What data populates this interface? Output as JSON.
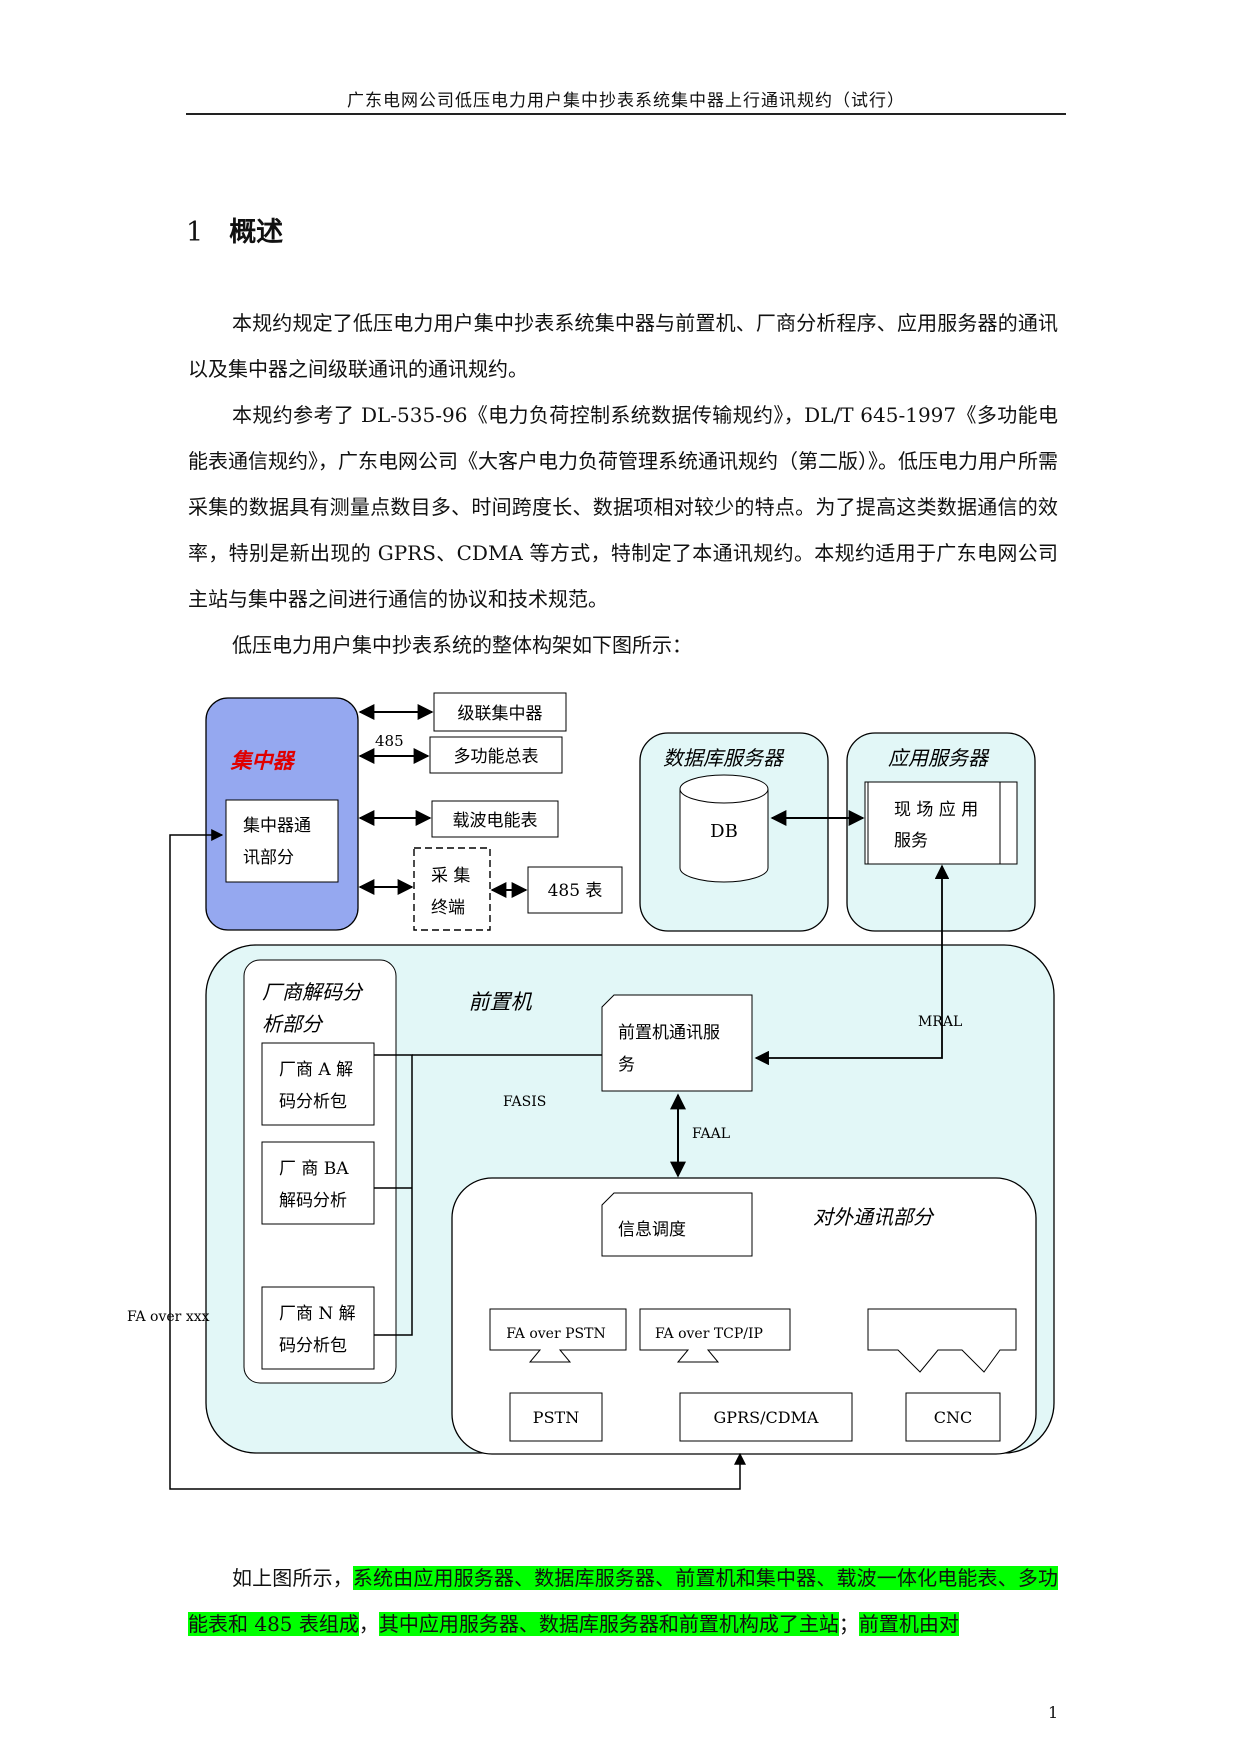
{
  "header": {
    "title": "广东电网公司低压电力用户集中抄表系统集中器上行通讯规约（试行）"
  },
  "section": {
    "number": "1",
    "title": "概述"
  },
  "paragraphs": {
    "p1": "本规约规定了低压电力用户集中抄表系统集中器与前置机、厂商分析程序、应用服务器的通讯以及集中器之间级联通讯的通讯规约。",
    "p2": "本规约参考了 DL-535-96《电力负荷控制系统数据传输规约》，DL/T 645-1997《多功能电能表通信规约》，广东电网公司《大客户电力负荷管理系统通讯规约（第二版）》。低压电力用户所需采集的数据具有测量点数目多、时间跨度长、数据项相对较少的特点。为了提高这类数据通信的效率，特别是新出现的 GPRS、CDMA 等方式，特制定了本通讯规约。本规约适用于广东电网公司主站与集中器之间进行通信的协议和技术规范。",
    "p3": "低压电力用户集中抄表系统的整体构架如下图所示：",
    "p4_prefix": "如上图所示，",
    "p4_hl1": "系统由应用服务器、数据库服务器、前置机和集中器、载波一体化电能表、多功能表和 485 表组成",
    "p4_mid": "，",
    "p4_hl2": "其中应用服务器、数据库服务器和前置机构成了主站",
    "p4_sep": "；",
    "p4_hl3": "前置机由对"
  },
  "diagram": {
    "concentrator": "集中器",
    "concentrator_comm": [
      "集中器通",
      "讯部分"
    ],
    "cascade": "级联集中器",
    "label_485": "485",
    "multifunction": "多功能总表",
    "carrier": "载波电能表",
    "collector": [
      "采 集",
      "终端"
    ],
    "meter485": "485 表",
    "db_server": "数据库服务器",
    "db": "DB",
    "app_server": "应用服务器",
    "field_service": [
      "现 场 应 用",
      "服务"
    ],
    "frontend": "前置机",
    "vendor_decode": [
      "厂商解码分",
      "析部分"
    ],
    "vendor_a": [
      "厂商 A 解",
      "码分析包"
    ],
    "vendor_ba": [
      "厂 商  BA",
      "解码分析"
    ],
    "vendor_n": [
      "厂商 N 解",
      "码分析包"
    ],
    "fe_comm": [
      "前置机通讯服",
      "务"
    ],
    "mral": "MRAL",
    "fasis": "FASIS",
    "faal": "FAAL",
    "external": "对外通讯部分",
    "scheduling": "信息调度",
    "fa_pstn": "FA over PSTN",
    "fa_tcpip": "FA over TCP/IP",
    "pstn": "PSTN",
    "gprs": "GPRS/CDMA",
    "cnc": "CNC",
    "fa_over_xxx": "FA over xxx",
    "concentrator_color": "#95a8f0",
    "panel_color": "#e2f7f7"
  },
  "page_number": "1"
}
